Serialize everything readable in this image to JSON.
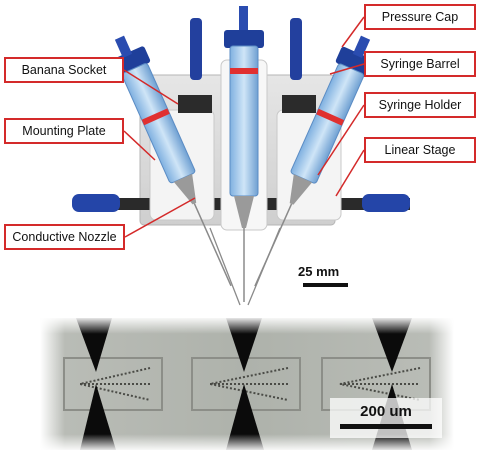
{
  "labels": {
    "pressure_cap": "Pressure Cap",
    "syringe_barrel": "Syringe Barrel",
    "syringe_holder": "Syringe Holder",
    "linear_stage": "Linear Stage",
    "banana_socket": "Banana Socket",
    "mounting_plate": "Mounting Plate",
    "conductive_nozzle": "Conductive Nozzle"
  },
  "scale_bars": {
    "device": "25 mm",
    "micrograph": "200 um"
  },
  "colors": {
    "label_border": "#d42a2a",
    "callout_line": "#d42a2a",
    "cap_blue": "#1f3f9a",
    "barrel_blue": "#9fc6ea",
    "red_band": "#e03030"
  }
}
